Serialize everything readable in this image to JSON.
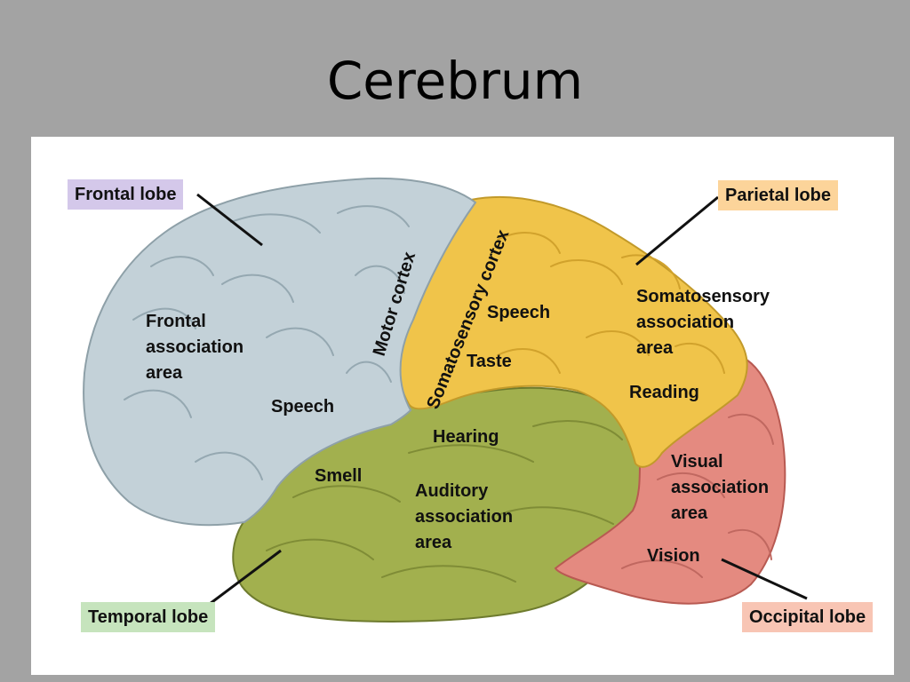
{
  "slide": {
    "title": "Cerebrum"
  },
  "colors": {
    "background": "#a3a3a3",
    "panel": "#ffffff",
    "frontal": "#c3d1d8",
    "parietal": "#f0c44a",
    "temporal": "#a2b04e",
    "occipital": "#e48a80",
    "frontal_tag": "#d4c8ea",
    "parietal_tag": "#fcd49a",
    "temporal_tag": "#c6e4bd",
    "occipital_tag": "#f8c5b4"
  },
  "lobe_tags": {
    "frontal": "Frontal lobe",
    "parietal": "Parietal lobe",
    "temporal": "Temporal lobe",
    "occipital": "Occipital lobe"
  },
  "region_labels": {
    "frontal_association": "Frontal\nassociation\narea",
    "speech_frontal": "Speech",
    "motor_cortex": "Motor cortex",
    "somatosensory_cortex": "Somatosensory cortex",
    "speech_parietal": "Speech",
    "taste": "Taste",
    "somatosensory_association": "Somatosensory\nassociation\narea",
    "reading": "Reading",
    "hearing": "Hearing",
    "smell": "Smell",
    "auditory_association": "Auditory\nassociation\narea",
    "visual_association": "Visual\nassociation\narea",
    "vision": "Vision"
  }
}
